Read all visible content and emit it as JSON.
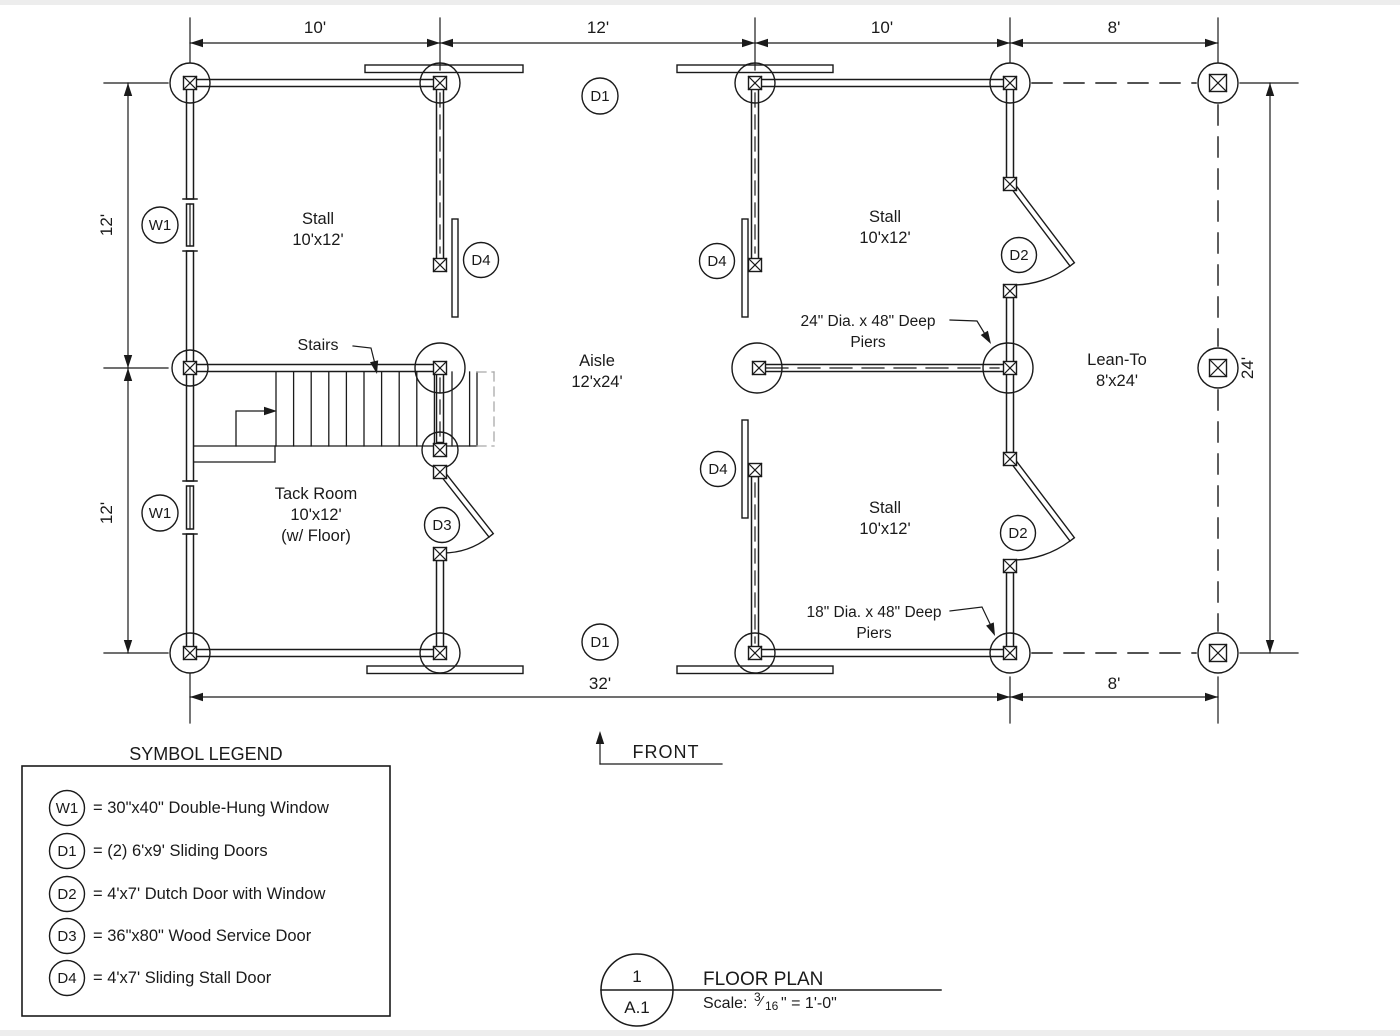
{
  "drawing": {
    "dimensions": {
      "top": [
        "10'",
        "12'",
        "10'",
        "8'"
      ],
      "left": [
        "12'",
        "12'"
      ],
      "right": "24'",
      "bottom_main": "32'",
      "bottom_leanto": "8'"
    },
    "rooms": {
      "stall_top_left": {
        "name": "Stall",
        "size": "10'x12'"
      },
      "stall_top_right": {
        "name": "Stall",
        "size": "10'x12'"
      },
      "stall_bottom_right": {
        "name": "Stall",
        "size": "10'x12'"
      },
      "tack_room": {
        "name": "Tack Room",
        "size": "10'x12'",
        "note": "(w/ Floor)"
      },
      "aisle": {
        "name": "Aisle",
        "size": "12'x24'"
      },
      "lean_to": {
        "name": "Lean-To",
        "size": "8'x24'"
      }
    },
    "annotations": {
      "stairs": "Stairs",
      "piers_24_line1": "24\" Dia. x 48\" Deep",
      "piers_24_line2": "Piers",
      "piers_18_line1": "18\" Dia. x 48\" Deep",
      "piers_18_line2": "Piers",
      "front": "FRONT"
    },
    "symbols": {
      "w1": "W1",
      "d1": "D1",
      "d2": "D2",
      "d3": "D3",
      "d4": "D4"
    },
    "legend": {
      "title": "SYMBOL LEGEND",
      "items": [
        {
          "symbol": "W1",
          "desc": "= 30\"x40\" Double-Hung Window"
        },
        {
          "symbol": "D1",
          "desc": "= (2) 6'x9' Sliding Doors"
        },
        {
          "symbol": "D2",
          "desc": "= 4'x7' Dutch Door with Window"
        },
        {
          "symbol": "D3",
          "desc": "= 36\"x80\" Wood Service Door"
        },
        {
          "symbol": "D4",
          "desc": "= 4'x7' Sliding Stall Door"
        }
      ]
    },
    "title_block": {
      "detail_number": "1",
      "sheet_number": "A.1",
      "title": "FLOOR PLAN",
      "scale_prefix": "Scale:",
      "scale_numerator": "3",
      "scale_slash": "⁄",
      "scale_denominator": "16",
      "scale_suffix": "\" = 1'-0\""
    }
  }
}
